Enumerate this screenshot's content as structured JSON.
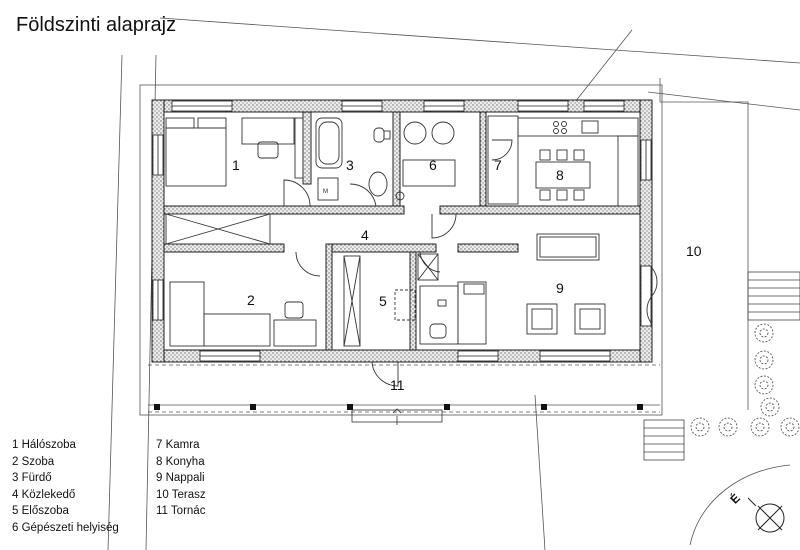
{
  "title": "Földszinti alaprajz",
  "room_numbers": {
    "r1": "1",
    "r2": "2",
    "r3": "3",
    "r4": "4",
    "r5": "5",
    "r6": "6",
    "r7": "7",
    "r8": "8",
    "r9": "9",
    "r10": "10",
    "r11": "11"
  },
  "range_label": "M",
  "north_label": "É",
  "legend_left": [
    "1 Hálószoba",
    "2 Szoba",
    "3 Fürdő",
    "4 Közlekedő",
    "5 Előszoba",
    "6 Gépészeti helyiség"
  ],
  "legend_right": [
    "7 Kamra",
    "8 Konyha",
    "9 Nappali",
    "10 Terasz",
    "11 Tornác"
  ]
}
